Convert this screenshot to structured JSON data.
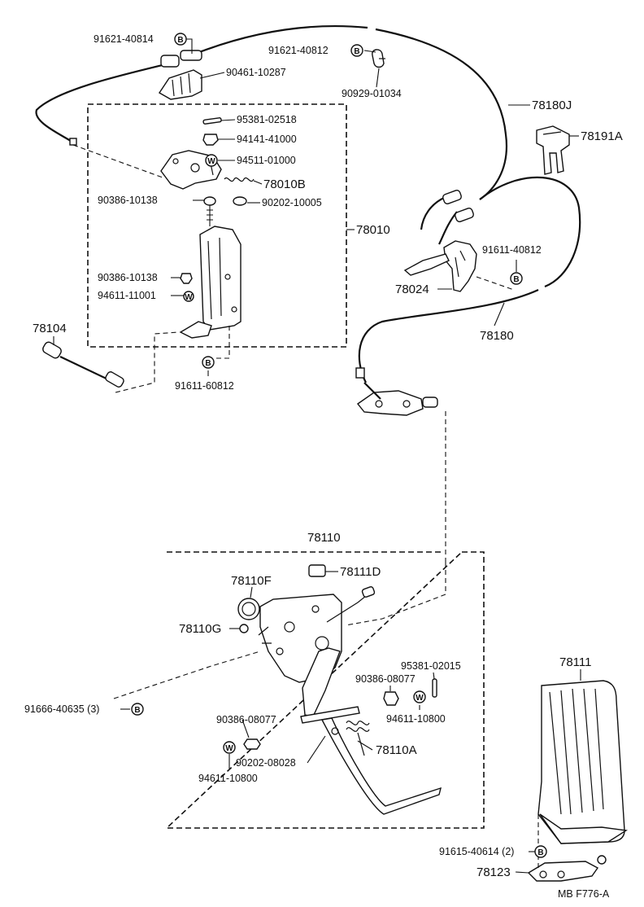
{
  "labels": {
    "p91621_40814": "91621-40814",
    "p90461_10287": "90461-10287",
    "p91621_40812": "91621-40812",
    "p90929_01034": "90929-01034",
    "p78180J": "78180J",
    "p78191A": "78191A",
    "p95381_02518": "95381-02518",
    "p94141_41000": "94141-41000",
    "p94511_01000": "94511-01000",
    "p78010B": "78010B",
    "p90386_10138_a": "90386-10138",
    "p90202_10005": "90202-10005",
    "p78010": "78010",
    "p90386_10138_b": "90386-10138",
    "p94611_11001": "94611-11001",
    "p91611_40812": "91611-40812",
    "p78024": "78024",
    "p78180": "78180",
    "p78104": "78104",
    "p91611_60812": "91611-60812",
    "p78110": "78110",
    "p78111D": "78111D",
    "p78110F": "78110F",
    "p78110G": "78110G",
    "p95381_02015": "95381-02015",
    "p90386_08077_a": "90386-08077",
    "p94611_10800_a": "94611-10800",
    "p91666_40635": "91666-40635 (3)",
    "p90386_08077_b": "90386-08077",
    "p90202_08028": "90202-08028",
    "p78110A": "78110A",
    "p94611_10800_b": "94611-10800",
    "p78111": "78111",
    "p91615_40614": "91615-40614 (2)",
    "p78123": "78123",
    "footer": "MB  F776-A"
  },
  "badges": {
    "b": "B",
    "w": "W"
  }
}
